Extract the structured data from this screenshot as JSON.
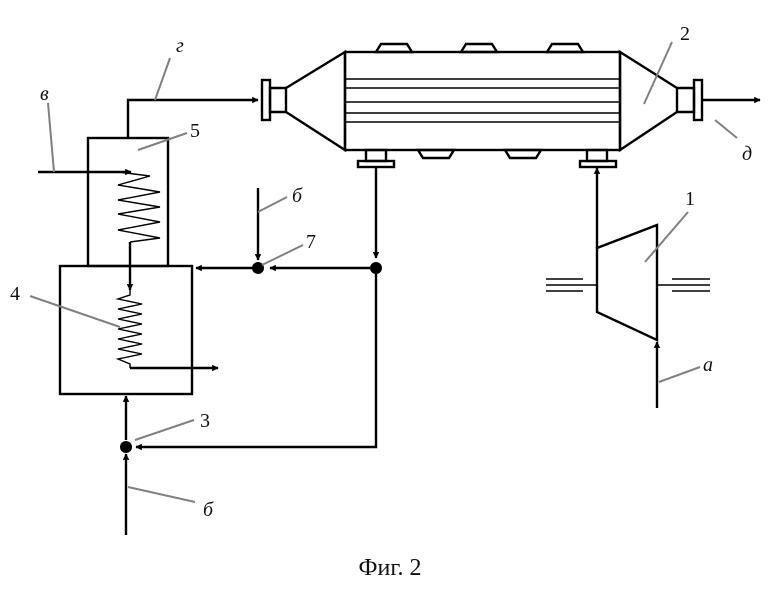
{
  "figure": {
    "caption": "Фиг. 2"
  },
  "labels": {
    "n1": "1",
    "n2": "2",
    "n3": "3",
    "n4": "4",
    "n5": "5",
    "n7": "7",
    "a": "а",
    "b_top": "б",
    "b_bottom": "б",
    "v": "в",
    "g": "г",
    "d": "д"
  },
  "colors": {
    "line": "#000000",
    "leader": "#808080"
  }
}
